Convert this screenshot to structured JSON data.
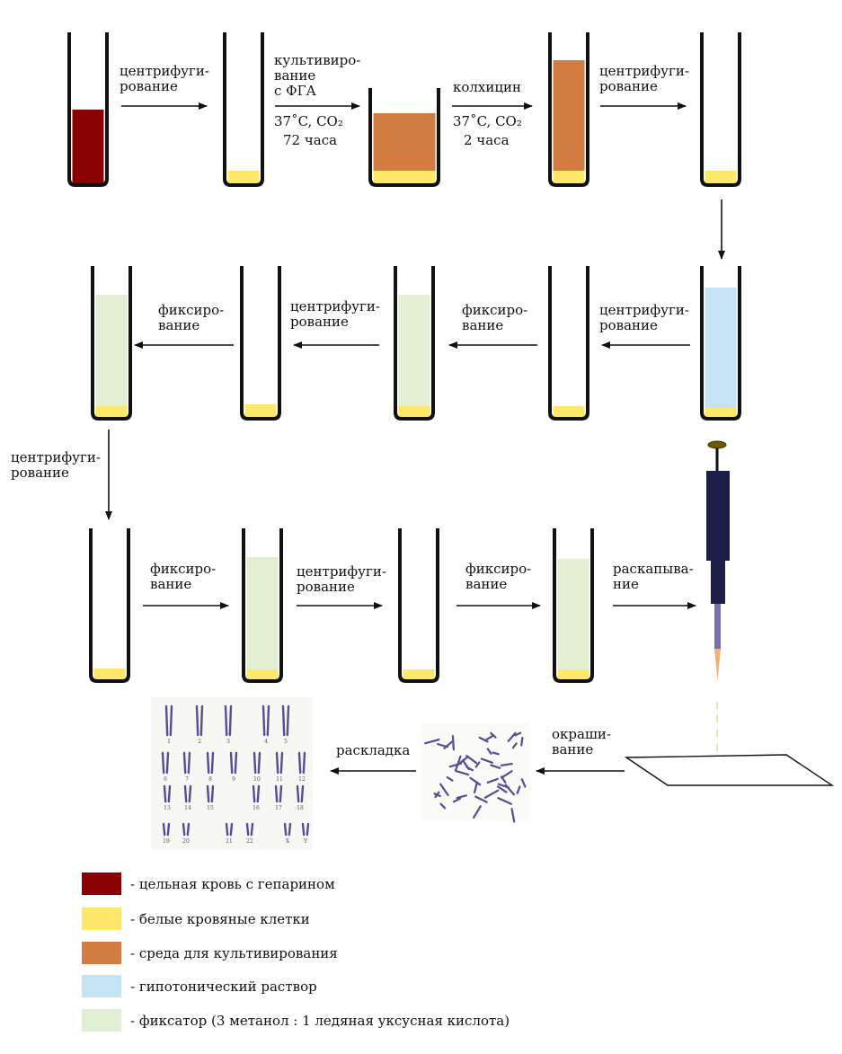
{
  "colors": {
    "blood": "#8b0000",
    "white_cells": "#fde86a",
    "culture_medium": "#d27c42",
    "hypotonic": "#c6e2f5",
    "fixative": "#e2efd3",
    "tube_wall": "#111111",
    "pipette_body": "#1c1f4a",
    "pipette_tip": "#f0b27a",
    "chromosome": "#5a4a98",
    "pipette_cap": "#6b5a00"
  },
  "steps": {
    "centrifuge": [
      "центрифуги-",
      "рование"
    ],
    "culture": [
      "культивиро-",
      "вание",
      "с ФГА"
    ],
    "culture_conditions": [
      "37˚C, CO₂",
      "72 часа"
    ],
    "colchicine": "колхицин",
    "colchicine_conditions": [
      "37˚C, CO₂",
      "2 часа"
    ],
    "fixation": [
      "фиксиро-",
      "вание"
    ],
    "dropping": [
      "раскапыва-",
      "ние"
    ],
    "staining": [
      "окраши-",
      "вание"
    ],
    "karyotyping": "раскладка"
  },
  "karyotype_numbers": [
    "1",
    "2",
    "3",
    "4",
    "5",
    "6",
    "7",
    "8",
    "9",
    "10",
    "11",
    "12",
    "13",
    "14",
    "15",
    "16",
    "17",
    "18",
    "19",
    "20",
    "21",
    "22",
    "X",
    "Y"
  ],
  "legend": [
    {
      "color": "#8b0000",
      "text": "- цельная кровь с гепарином"
    },
    {
      "color": "#fde86a",
      "text": "- белые кровяные клетки"
    },
    {
      "color": "#d27c42",
      "text": "- среда для культивирования"
    },
    {
      "color": "#c6e2f5",
      "text": "- гипотонический раствор"
    },
    {
      "color": "#e2efd3",
      "text": "- фиксатор (3 метанол : 1 ледяная уксусная кислота)"
    }
  ]
}
